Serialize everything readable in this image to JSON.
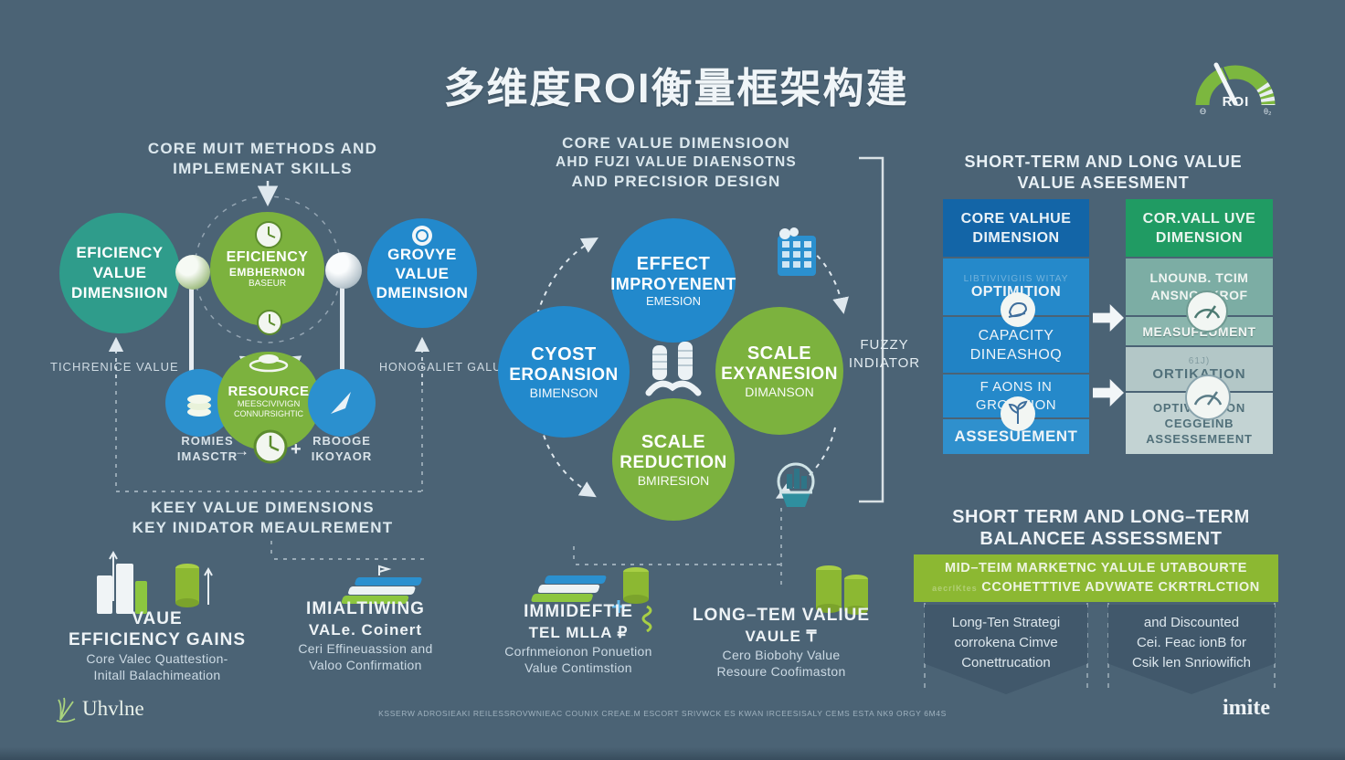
{
  "title": "多维度ROI衡量框架构建",
  "gauge": {
    "label": "ROI",
    "tick_left": "ϴ",
    "tick_right": "θ₂"
  },
  "left": {
    "header": [
      "CORE MUIT METHODS AND",
      "IMPLEMENAT SKILLS"
    ],
    "circle_efficiency": [
      "EFICIENCY",
      "VALUE",
      "DIMENSIION"
    ],
    "circle_center": [
      "EFICIENCY",
      "EMBHERNON",
      "BASEUR"
    ],
    "circle_growth": [
      "GROVYE",
      "VALUE",
      "DMEINSION"
    ],
    "label_left": "TICHRENICE VALUE",
    "label_right": "HONOGALIET GALUS",
    "circle_resource": [
      "RESOURCE",
      "MEESCIVIVIGN",
      "CONNURSIGHTIC"
    ],
    "label_pomies": [
      "ROMIES",
      "IMASCTR"
    ],
    "label_resoce": [
      "RBOOGE",
      "IKOYAOR"
    ],
    "arrow_glyph": "→",
    "plus_glyph": "+",
    "key_header": [
      "KEEY VALUE DIMENSIONS",
      "KEY INIDATOR MEAULREMENT"
    ]
  },
  "middle": {
    "header": [
      "CORE VALUE DIMENSIOON",
      "AHD FUZI VALUE DIAENSOTNS",
      "AND PRECISIOR DESIGN"
    ],
    "circle_top": [
      "EFFECT",
      "IMPROYENENT",
      "EMESION"
    ],
    "circle_left": [
      "CYOST",
      "EROANSION",
      "BIMENSON"
    ],
    "circle_right": [
      "SCALE",
      "EXYANESION",
      "DIMANSON"
    ],
    "circle_bottom": [
      "SCALE",
      "REDUCTION",
      "BMIRESION"
    ],
    "fuzzy_label": [
      "FUZZY",
      "INDIATOR"
    ]
  },
  "right": {
    "header": [
      "SHORT-TERM AND LONG VALUE",
      "VALUE ASEESMENT"
    ],
    "left_col": {
      "header": [
        "CORE VALHUE",
        "DIMENSION"
      ],
      "box1_faint": "LIBTIVIVIGIIS WITAY",
      "box1": "OPTIMITION",
      "box2": [
        "CAPACITY",
        "DINEASHOQ"
      ],
      "box3": [
        "F AONS IN",
        "GROWTION"
      ],
      "box4": "ASSESUEMENT"
    },
    "right_col": {
      "header": [
        "COR.VALL UVE",
        "DIMENSION"
      ],
      "box1": [
        "LNOUNB. TCIM",
        "ANSNOOKROF"
      ],
      "box2": "MEASUFEUMENT",
      "box3_faint": "61J)",
      "box3": "ORTIKATION",
      "box4": [
        "OPTIVICATION",
        "CEGGEINB",
        "ASSESSEMEENT"
      ]
    }
  },
  "bottom_left_row": [
    {
      "title1": "VAUE",
      "title2": "EFFICIENCY GAINS",
      "sub1": "Core Valec Quattestion-",
      "sub2": "Initall Balachimeation"
    },
    {
      "title1": "IMIALTIWING",
      "title2": "VALe. Coinert",
      "sub1": "Ceri Effineuassion and",
      "sub2": "Valoo Confirmation"
    },
    {
      "title1": "IMMIDEFTIE",
      "title2": "TEL MLLA ₽",
      "sub1": "Corfnmeionon Ponuetion",
      "sub2": "Value Contimstion"
    },
    {
      "title1": "LONG–TEM VALIUE",
      "title2": "VAULE ₸",
      "sub1": "Cero Biobohy Value",
      "sub2": "Resoure Coofimaston"
    }
  ],
  "bottom_right": {
    "header": [
      "SHORT TERM AND LONG–TERM",
      "BALANCEE ASSESSMENT"
    ],
    "banner_prefix": "aecrlKtes",
    "banner": [
      "MID–TEIM MARKETNC YALULE UTABOURTE",
      "CCOHETTTIVE ADVWATE CKRTRLCTION"
    ],
    "pennant1": [
      "Long-Ten Strategi",
      "corrokena Cimve",
      "Conettrucation"
    ],
    "pennant2": [
      "and Discounted",
      "Cei. Feac ionB for",
      "Csik len Snriowifich"
    ]
  },
  "footer": {
    "logo_left": "Uhvlne",
    "center_text": "KSSERW ADROSIEAKI REILESSROVWNIEAC COUNIX CREAE.M ESCORT SRIVWCK ES KWAN IRCEESISALY CEMS ESTA NK9 ORGY 6M4S",
    "logo_right": "imite"
  },
  "colors": {
    "background": "#4b6375",
    "teal": "#2f9c8b",
    "green": "#7cb23e",
    "blue": "#2289cc",
    "dark_blue_box": "#1365a7",
    "blue_box": "#2387c9",
    "green_box": "#209b63",
    "teal_box": "#7cada4",
    "banner_green": "#8cb832",
    "pennant": "#41586b"
  }
}
